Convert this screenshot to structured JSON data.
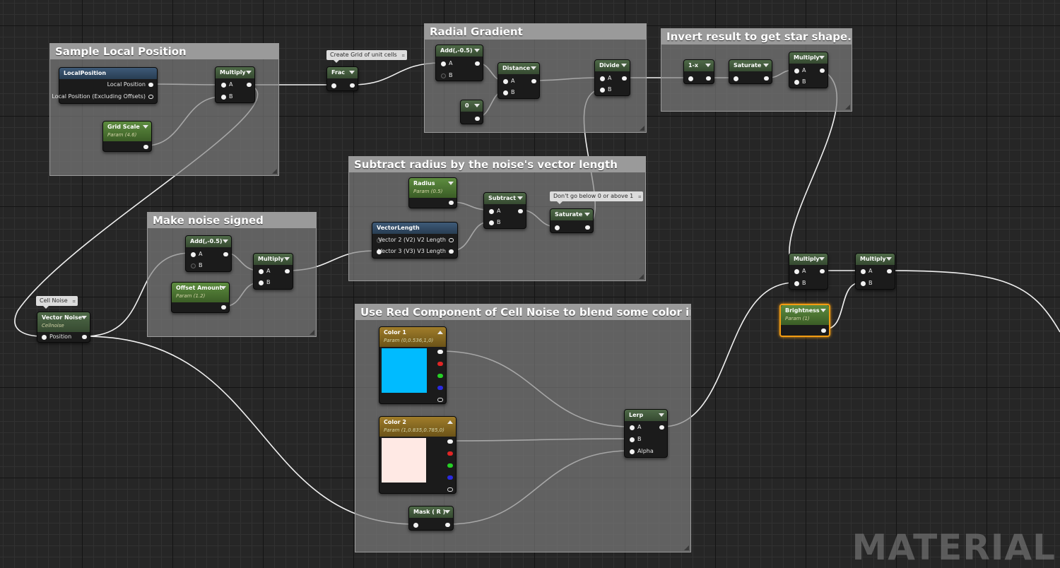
{
  "comments": {
    "sample_local_position": "Sample Local Position",
    "radial_gradient": "Radial Gradient",
    "invert": "Invert result to get star shape.",
    "subtract_radius": "Subtract radius by the noise's vector length",
    "make_noise_signed": "Make noise signed",
    "red_component": "Use Red Component of Cell Noise to blend some color in."
  },
  "bubbles": {
    "frac": "Create Grid of unit cells",
    "saturate": "Don't go below 0 or above 1",
    "cell_noise": "Cell Noise"
  },
  "nodes": {
    "local_position": {
      "title": "LocalPosition",
      "pins": [
        "Local Position",
        "Local Position (Excluding Offsets)"
      ]
    },
    "multiply_1": {
      "title": "Multiply",
      "a": "A",
      "b": "B"
    },
    "grid_scale": {
      "title": "Grid Scale",
      "sub": "Param (4.6)"
    },
    "frac": {
      "title": "Frac"
    },
    "add_radial": {
      "title": "Add(,-0.5)",
      "a": "A",
      "b": "B"
    },
    "distance": {
      "title": "Distance",
      "a": "A",
      "b": "B"
    },
    "zero": {
      "title": "0"
    },
    "divide": {
      "title": "Divide",
      "a": "A",
      "b": "B"
    },
    "one_minus": {
      "title": "1-x"
    },
    "saturate_1": {
      "title": "Saturate"
    },
    "multiply_2": {
      "title": "Multiply",
      "a": "A",
      "b": "B"
    },
    "radius": {
      "title": "Radius",
      "sub": "Param (0.5)"
    },
    "subtract": {
      "title": "Subtract",
      "a": "A",
      "b": "B"
    },
    "saturate_2": {
      "title": "Saturate"
    },
    "vector_length": {
      "title": "VectorLength",
      "pins": [
        "Vector 2 (V2) V2 Length",
        "Vector 3 (V3) V3 Length"
      ]
    },
    "add_signed": {
      "title": "Add(,-0.5)",
      "a": "A",
      "b": "B"
    },
    "offset_amount": {
      "title": "Offset Amount",
      "sub": "Param (1.2)"
    },
    "multiply_3": {
      "title": "Multiply",
      "a": "A",
      "b": "B"
    },
    "vector_noise": {
      "title": "Vector Noise",
      "sub": "Cellnoise",
      "pin": "Position"
    },
    "color_1": {
      "title": "Color 1",
      "sub": "Param (0,0.536,1,0)",
      "swatch": "#00bbff"
    },
    "color_2": {
      "title": "Color 2",
      "sub": "Param (1,0.835,0.785,0)",
      "swatch": "#ffe9e4"
    },
    "lerp": {
      "title": "Lerp",
      "a": "A",
      "b": "B",
      "alpha": "Alpha"
    },
    "mask": {
      "title": "Mask ( R )"
    },
    "multiply_4": {
      "title": "Multiply",
      "a": "A",
      "b": "B"
    },
    "multiply_5": {
      "title": "Multiply",
      "a": "A",
      "b": "B"
    },
    "brightness": {
      "title": "Brightness",
      "sub": "Param (1)"
    }
  },
  "watermark": "MATERIAL",
  "colors": {
    "background": "#262626",
    "comment_header": "#9a9a9a",
    "selection": "#f39c12"
  }
}
